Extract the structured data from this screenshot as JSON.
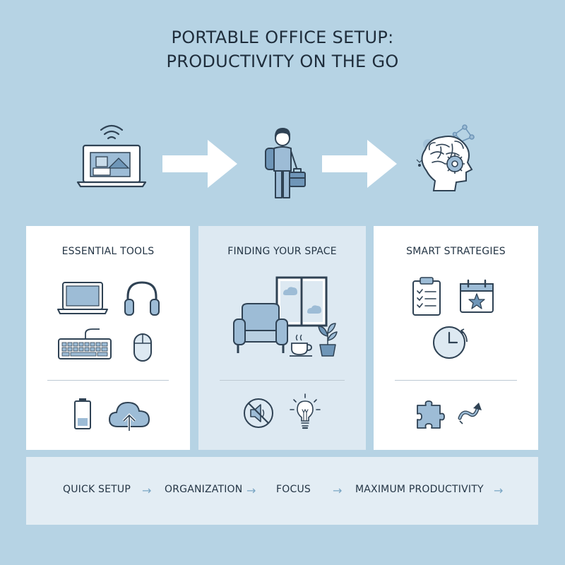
{
  "title": {
    "line1": "PORTABLE OFFICE SETUP:",
    "line2": "PRODUCTIVITY ON THE GO"
  },
  "colors": {
    "background": "#b6d3e4",
    "accent_fill": "#9dbcd6",
    "stroke": "#2f4254",
    "arrow": "#ffffff"
  },
  "flow": {
    "icons": [
      "laptop-wifi-icon",
      "traveler-with-backpack-icon",
      "brain-gear-icon"
    ],
    "connector": "white-arrow"
  },
  "cards": [
    {
      "title": "ESSENTIAL TOOLS",
      "icons": [
        "laptop-icon",
        "headphones-icon",
        "keyboard-icon",
        "mouse-icon",
        "battery-icon",
        "cloud-upload-icon"
      ]
    },
    {
      "title": "FINDING YOUR SPACE",
      "icons": [
        "window-icon",
        "armchair-icon",
        "coffee-cup-icon",
        "plant-icon",
        "mute-icon",
        "lightbulb-icon"
      ]
    },
    {
      "title": "SMART STRATEGIES",
      "icons": [
        "checklist-clipboard-icon",
        "calendar-star-icon",
        "clock-icon",
        "puzzle-icon",
        "curved-arrow-icon"
      ]
    }
  ],
  "steps": [
    "QUICK SETUP",
    "ORGANIZATION",
    "FOCUS",
    "MAXIMUM PRODUCTIVITY"
  ]
}
